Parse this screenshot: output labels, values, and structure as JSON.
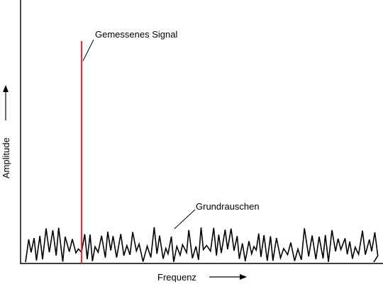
{
  "diagram": {
    "signal_label": "Gemessenes Signal",
    "noise_label": "Grundrauschen",
    "x_axis_label": "Frequenz",
    "y_axis_label": "Amplitude",
    "colors": {
      "signal": "#d23a3a",
      "axes": "#000000",
      "noise": "#000000"
    }
  }
}
